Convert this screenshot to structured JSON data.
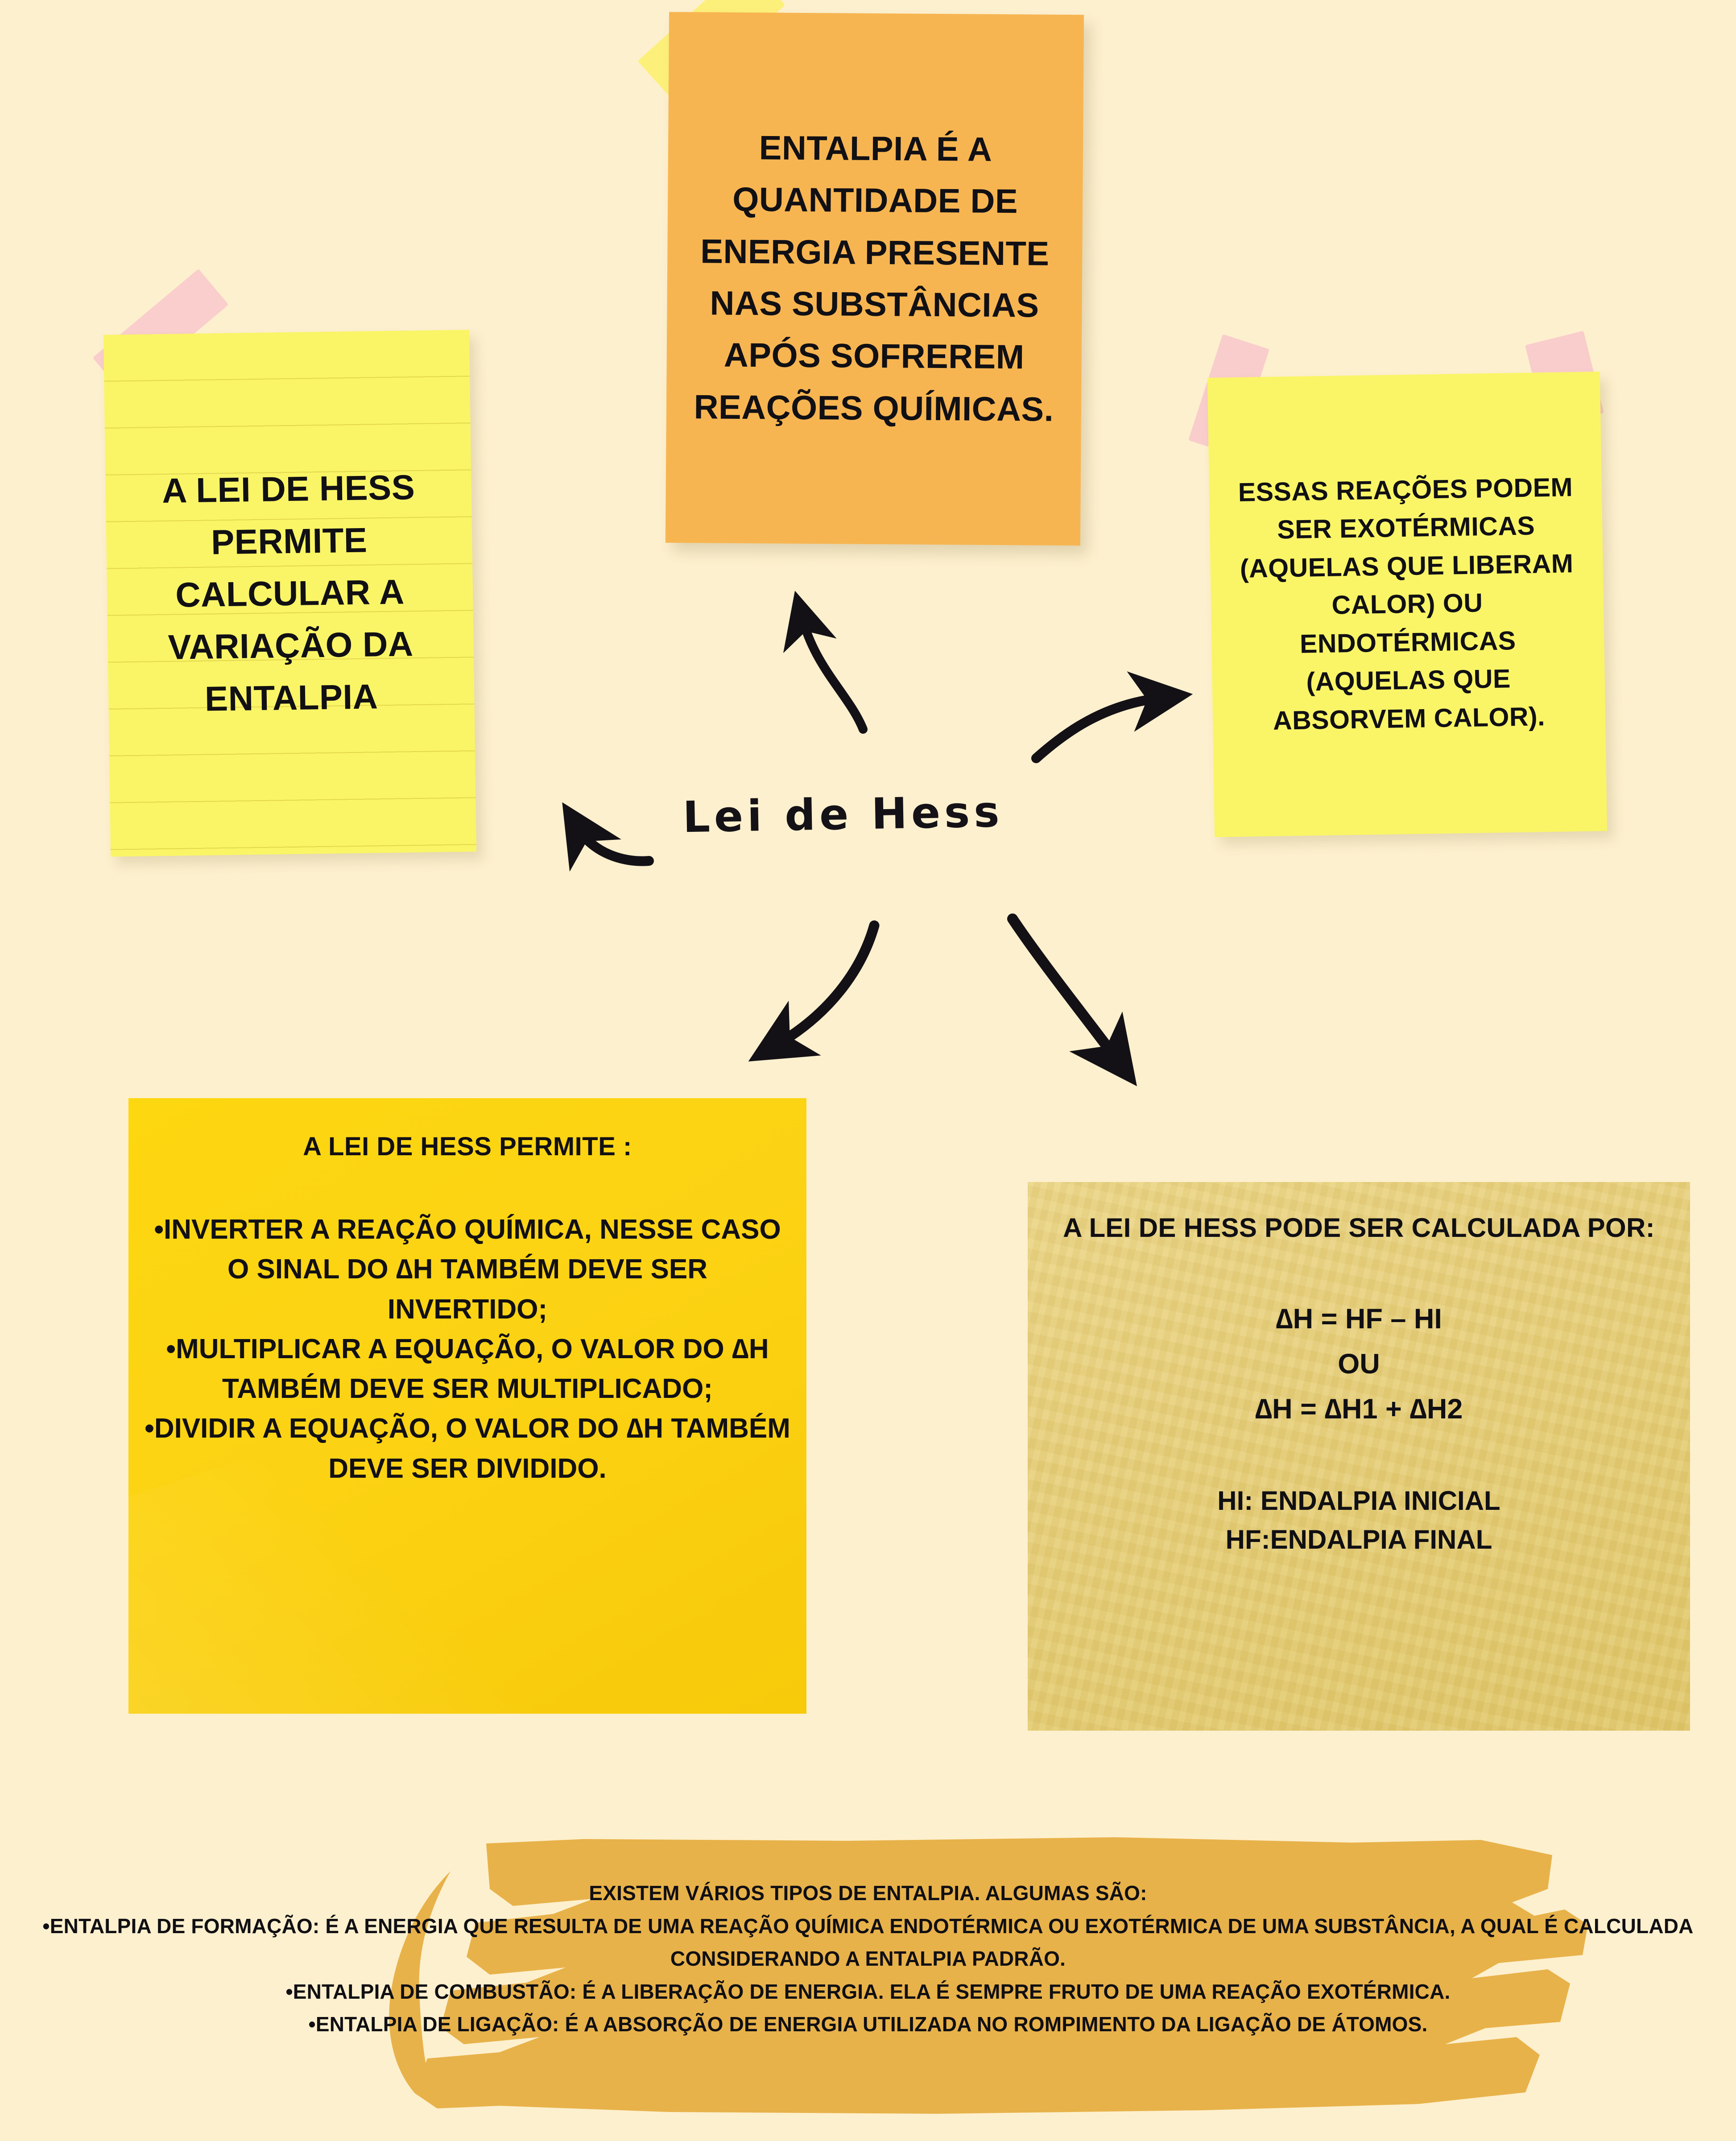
{
  "background_color": "#FDF0CE",
  "center": {
    "title": "Lei de Hess"
  },
  "notes": {
    "left": {
      "color": "#FAF566",
      "text": "A LEI DE HESS PERMITE CALCULAR A VARIAÇÃO DA ENTALPIA"
    },
    "center": {
      "color": "#F7B551",
      "text": "ENTALPIA É A QUANTIDADE DE ENERGIA PRESENTE NAS SUBSTÂNCIAS APÓS SOFREREM REAÇÕES QUÍMICAS."
    },
    "right": {
      "color": "#FAF566",
      "text": "ESSAS REAÇÕES PODEM SER EXOTÉRMICAS (AQUELAS QUE LIBERAM CALOR) OU ENDOTÉRMICAS (AQUELAS QUE ABSORVEM CALOR)."
    }
  },
  "boxes": {
    "rules": {
      "color": "#FCD314",
      "title": "A LEI DE HESS PERMITE :",
      "body": "•INVERTER A REAÇÃO QUÍMICA, NESSE CASO O SINAL DO ∆H TAMBÉM DEVE SER INVERTIDO;\n•MULTIPLICAR A EQUAÇÃO, O VALOR DO ∆H TAMBÉM DEVE SER MULTIPLICADO;\n•DIVIDIR A EQUAÇÃO, O VALOR DO ∆H TAMBÉM DEVE SER DIVIDIDO."
    },
    "formula": {
      "color": "#E6CE76",
      "title": "A LEI DE HESS PODE SER CALCULADA POR:",
      "equations": "∆H = HF – HI\nOU\n∆H = ∆H1 + ∆H2",
      "legend": "HI: ENDALPIA INICIAL\nHF:ENDALPIA FINAL"
    }
  },
  "footer": {
    "brush_color": "#E8B24A",
    "text": "EXISTEM VÁRIOS TIPOS DE ENTALPIA. ALGUMAS SÃO:\n•ENTALPIA DE FORMAÇÃO: É A ENERGIA QUE RESULTA DE UMA REAÇÃO QUÍMICA ENDOTÉRMICA OU EXOTÉRMICA DE UMA SUBSTÂNCIA, A QUAL É CALCULADA CONSIDERANDO A ENTALPIA PADRÃO.\n•ENTALPIA DE COMBUSTÃO: É A LIBERAÇÃO DE ENERGIA. ELA É SEMPRE FRUTO DE UMA REAÇÃO EXOTÉRMICA.\n•ENTALPIA DE LIGAÇÃO: É A ABSORÇÃO DE ENERGIA UTILIZADA NO ROMPIMENTO DA LIGAÇÃO DE ÁTOMOS."
  },
  "arrows": {
    "stroke_color": "#131116",
    "items": [
      {
        "name": "arrow-to-center-note",
        "direction": "up"
      },
      {
        "name": "arrow-to-right-note",
        "direction": "up-right"
      },
      {
        "name": "arrow-to-left-note",
        "direction": "up-left"
      },
      {
        "name": "arrow-to-rules-box",
        "direction": "down-left"
      },
      {
        "name": "arrow-to-formula-box",
        "direction": "down-right"
      }
    ]
  },
  "tape": {
    "pink_color": "#F7C4CC",
    "yellow_color": "#FCF05A"
  }
}
